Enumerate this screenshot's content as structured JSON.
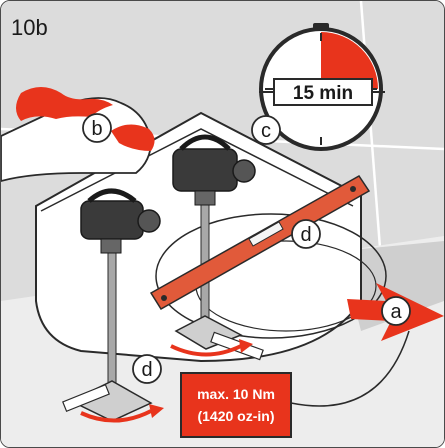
{
  "step": {
    "number": "10b"
  },
  "timer": {
    "label": "15 min",
    "fill_fraction": 0.25
  },
  "callouts": {
    "a": "a",
    "b": "b",
    "c": "c",
    "d_level": "d",
    "d_bolt": "d"
  },
  "torque": {
    "line1": "max. 10 Nm",
    "line2": "(1420 oz-in)"
  },
  "colors": {
    "accent": "#e8341c",
    "level": "#e15a3a",
    "wall": "#dcdcdc",
    "floor": "#e9e9e9",
    "outline": "#2a2a2a"
  }
}
